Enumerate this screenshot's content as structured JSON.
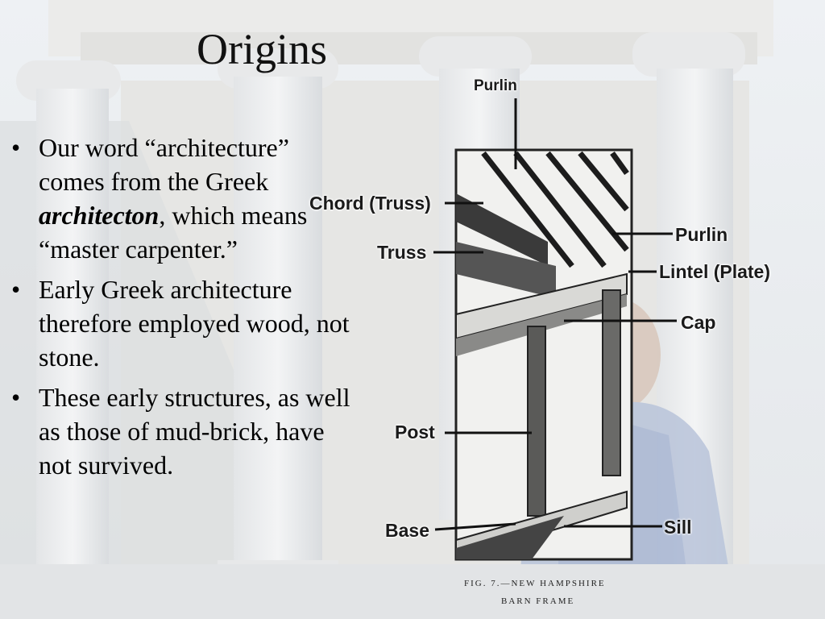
{
  "slide": {
    "title": "Origins",
    "bullets": [
      {
        "before": "Our word “architecture” comes from the Greek ",
        "emphasis": "architecton",
        "after": ", which means “master carpenter.”"
      },
      {
        "before": "Early Greek architecture therefore employed wood, not stone.",
        "emphasis": "",
        "after": ""
      },
      {
        "before": "These early structures, as well as those of mud-brick, have not survived.",
        "emphasis": "",
        "after": ""
      }
    ],
    "bullet_glyph": "•"
  },
  "diagram": {
    "labels": {
      "purlin_top": "Purlin",
      "chord": "Chord (Truss)",
      "truss": "Truss",
      "purlin_right": "Purlin",
      "lintel": "Lintel (Plate)",
      "cap": "Cap",
      "post": "Post",
      "base": "Base",
      "sill": "Sill"
    },
    "caption_line1": "FIG. 7.—NEW HAMPSHIRE",
    "caption_line2": "BARN FRAME"
  }
}
